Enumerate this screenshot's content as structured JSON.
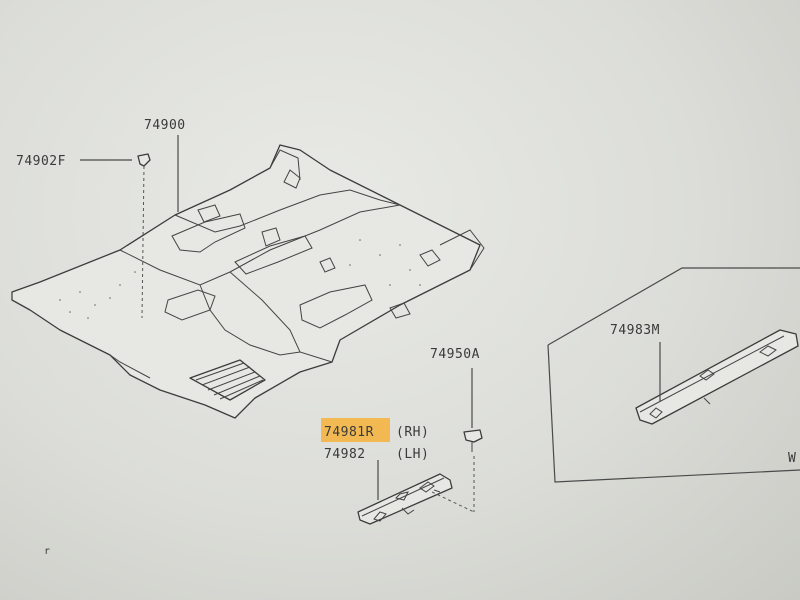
{
  "labels": {
    "floor_carpet": "74900",
    "clip_f": "74902F",
    "clip_a": "74950A",
    "sill_rh_part": "74981R",
    "sill_rh_side": "(RH)",
    "sill_lh_part": "74982",
    "sill_lh_side": "(LH)",
    "inset_part": "74983M",
    "inset_edge_mark": "W",
    "corner_mark": "r"
  },
  "colors": {
    "highlight": "#f6b23a",
    "paper": "#e3e4df",
    "ink": "#3c3c3c"
  }
}
